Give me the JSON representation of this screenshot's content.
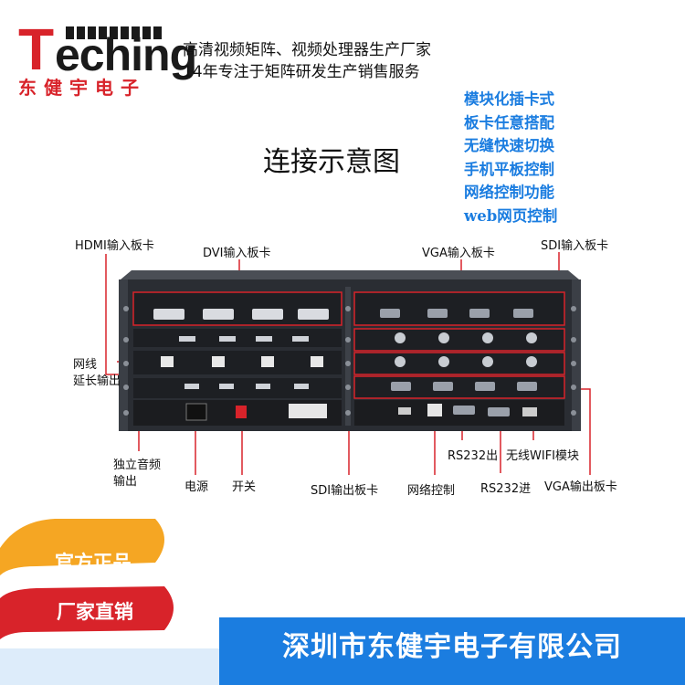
{
  "logo": {
    "letter_t": "T",
    "word_rest": "eching",
    "cn_name": "东健宇电子"
  },
  "taglines": [
    "高清视频矩阵、视频处理器生产厂家",
    "14年专注于矩阵研发生产销售服务"
  ],
  "features": [
    "模块化插卡式",
    "板卡任意搭配",
    "无缝快速切换",
    "手机平板控制",
    "网络控制功能",
    "web网页控制"
  ],
  "diagram_title": "连接示意图",
  "labels": {
    "hdmi_in": "HDMI输入板卡",
    "dvi_in": "DVI输入板卡",
    "vga_in": "VGA输入板卡",
    "sdi_in": "SDI输入板卡",
    "network_ext_1": "网线",
    "network_ext_2": "延长输出",
    "audio_1": "独立音频",
    "audio_2": "输出",
    "power": "电源",
    "switch": "开关",
    "sdi_out": "SDI输出板卡",
    "net_ctrl": "网络控制",
    "rs232_out": "RS232出",
    "rs232_in": "RS232进",
    "wifi": "无线WIFI模块",
    "vga_out": "VGA输出板卡"
  },
  "badges": {
    "official": "官方正品",
    "direct": "厂家直销"
  },
  "company": "深圳市东健宇电子有限公司",
  "colors": {
    "brand_red": "#d8232a",
    "feature_blue": "#1b7de0",
    "badge_orange": "#f5a623",
    "device_dark": "#2a2d33"
  }
}
